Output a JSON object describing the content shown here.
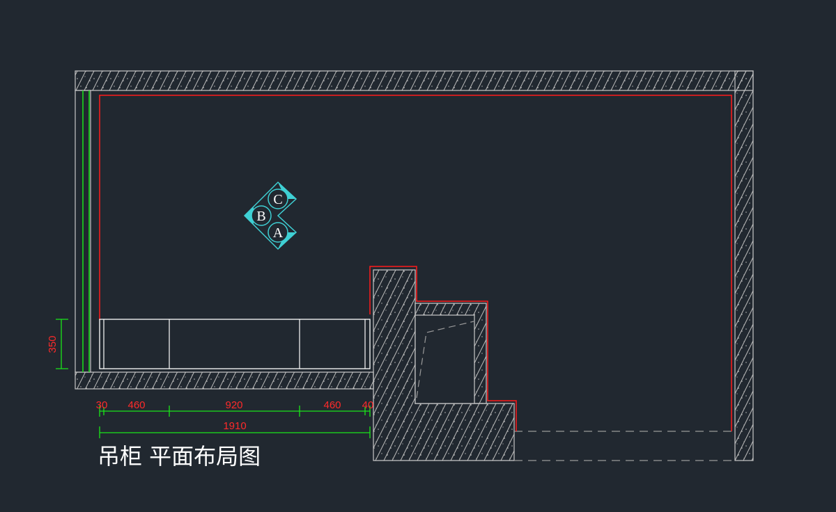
{
  "drawing": {
    "title": "吊柜 平面布局图",
    "colors": {
      "background": "#212830",
      "wall_outline": "#c8c8c8",
      "finish_line": "#ff1a1a",
      "dimension": "#19e619",
      "dimension_text": "#ff2a2a",
      "marker": "#3fd0d4",
      "cabinet": "#ffffff"
    },
    "elevation_marker": {
      "icon": "elevation-index-marker-icon",
      "labels": [
        "C",
        "B",
        "A"
      ]
    },
    "dimensions": {
      "height": "350",
      "segments": [
        "30",
        "460",
        "920",
        "460",
        "40"
      ],
      "total": "1910"
    }
  }
}
